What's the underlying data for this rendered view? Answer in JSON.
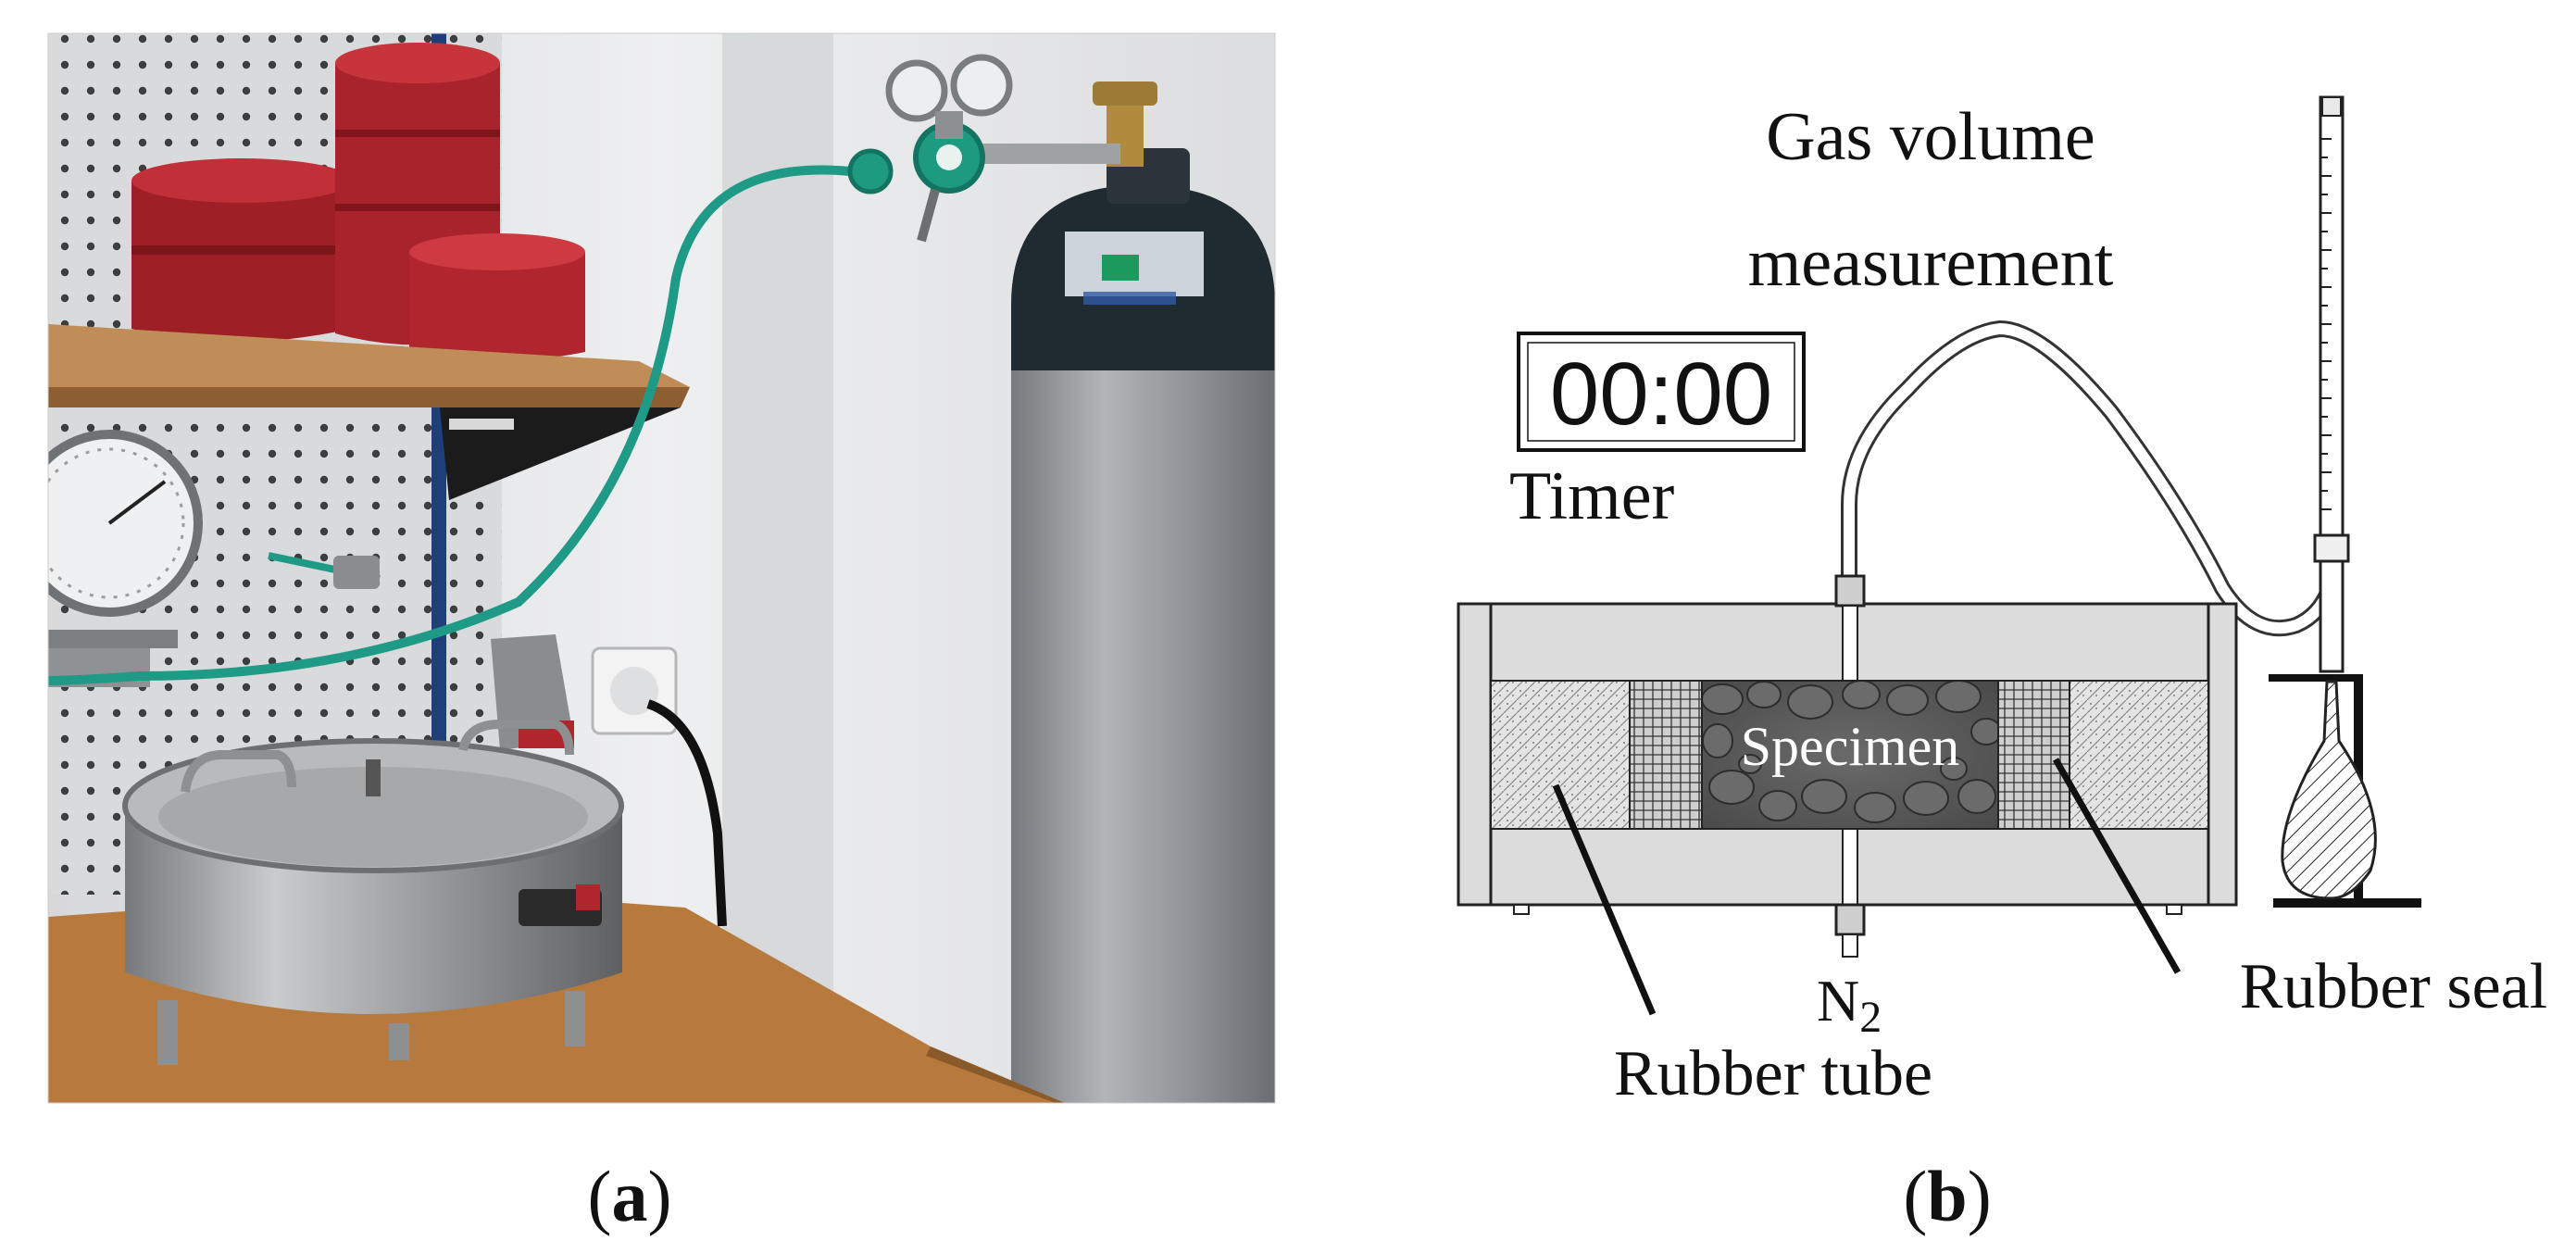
{
  "panels": {
    "a": {
      "caption_letter": "a"
    },
    "b": {
      "caption_letter": "b",
      "gas_volume_line1": "Gas volume",
      "gas_volume_line2": "measurement",
      "timer_display": "00:00",
      "timer_label": "Timer",
      "specimen_label": "Specimen",
      "n2_main": "N",
      "n2_sub": "2",
      "rubber_tube_label": "Rubber tube",
      "rubber_seal_label": "Rubber seal"
    }
  },
  "colors": {
    "pegboard": "#d9dadb",
    "wall": "#e6e7e8",
    "red_container": "#b3262d",
    "wood_shelf": "#b7844f",
    "wood_table": "#b77a3c",
    "green_hose": "#1f9a86",
    "cylinder_body": "#8f9397",
    "cylinder_top": "#1d2a30",
    "steel": "#a7a9ab",
    "cell_fill": "#dcdcdc",
    "specimen_fill": "#555555"
  }
}
